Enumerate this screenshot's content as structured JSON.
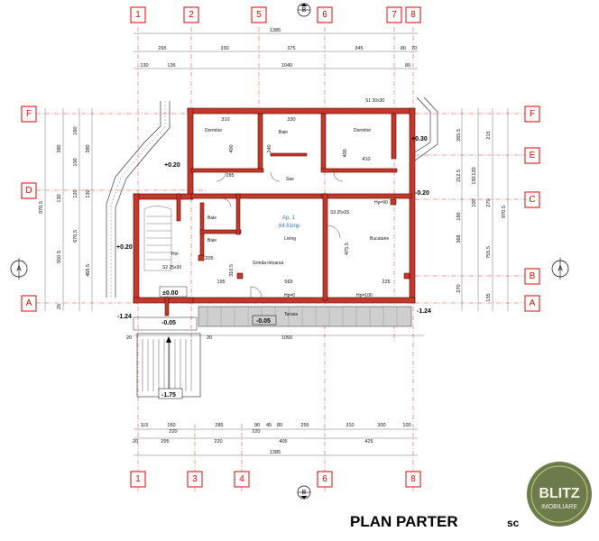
{
  "title": "PLAN PARTER",
  "scale_prefix": "sc",
  "logo": {
    "name": "BLITZ",
    "subtitle": "IMOBILIARE"
  },
  "axes": {
    "top": [
      "1",
      "2",
      "5",
      "6",
      "7",
      "8"
    ],
    "top_center": "B",
    "bottom": [
      "1",
      "3",
      "4",
      "6",
      "8"
    ],
    "bottom_center": "B",
    "left": [
      "F",
      "D",
      "A"
    ],
    "left_section": "A",
    "right": [
      "F",
      "E",
      "C",
      "B",
      "A"
    ],
    "right_section": "A"
  },
  "dims": {
    "top_total": "1385",
    "top_row2": [
      "265",
      "330",
      "375",
      "345",
      "80",
      "70"
    ],
    "top_row3": [
      "130",
      "135",
      "1040",
      "80"
    ],
    "bottom_row1": [
      "115",
      "160",
      "285",
      "90",
      "45",
      "80",
      "255",
      "310",
      "300",
      "100"
    ],
    "bottom_row1b": [
      "220",
      "220"
    ],
    "bottom_row2": [
      "295",
      "220",
      "405",
      "425",
      "20"
    ],
    "bottom_total": "1385",
    "left_outer": [
      "970.5"
    ],
    "left_col1": [
      "380",
      "130",
      "550.5",
      "25"
    ],
    "left_col2": [
      "160",
      "100",
      "120",
      "670.5",
      "468.5"
    ],
    "left_col3": [
      "380",
      "130"
    ],
    "right_col1": [
      "265.5",
      "212.5",
      "150",
      "180",
      "368",
      "270"
    ],
    "right_col2": [
      "215",
      "120",
      "100",
      "270",
      "755.5",
      "135"
    ],
    "right_outer": [
      "970.5"
    ]
  },
  "rooms": {
    "apartment": "Ap. 1",
    "area": "84.81mp",
    "dormitor1": "Dormitor",
    "dormitor2": "Dormitor",
    "baie1": "Baie",
    "baie2": "Baie",
    "sas": "Sas",
    "living": "Living",
    "bucatarie": "Bucatarie",
    "hol": "Hol",
    "baie3": "Baie",
    "grinda": "Grinda intoarsa",
    "terasa": "Terasa"
  },
  "levels": {
    "l1": "+0.20",
    "l2": "+0.30",
    "l3": "+0.20",
    "l4": "-0.20",
    "l5": "±0.00",
    "l6": "-0.05",
    "l7": "-0.05",
    "l8": "-1.24",
    "l9": "-1.24",
    "l10": "-1.75"
  },
  "stalpi": {
    "s1": "S1 30x30",
    "s2": "S2 25x30",
    "s3": "S3 25x25"
  },
  "labels": {
    "hp90": "Hp=90",
    "hp0": "Hp=0",
    "hp100": "Hp=100",
    "n1050": "1050",
    "n20a": "20",
    "n20b": "20",
    "n565": "565",
    "n310": "310",
    "n330": "330",
    "n410": "410",
    "n400a": "400",
    "n400b": "400",
    "n475": "475.5",
    "n310b": "310.5",
    "n240": "240",
    "n285": "285",
    "n205": "205",
    "n195": "195",
    "n225": "225"
  }
}
